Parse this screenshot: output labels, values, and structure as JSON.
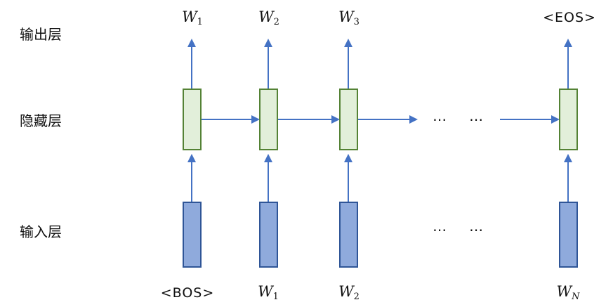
{
  "layers": {
    "output": "输出层",
    "hidden": "隐藏层",
    "input": "输入层"
  },
  "outputs": [
    {
      "base": "W",
      "sub": "1"
    },
    {
      "base": "W",
      "sub": "2"
    },
    {
      "base": "W",
      "sub": "3"
    },
    {
      "special": "<EOS>"
    }
  ],
  "inputs": [
    {
      "special": "<BOS>"
    },
    {
      "base": "W",
      "sub": "1"
    },
    {
      "base": "W",
      "sub": "2"
    },
    {
      "base": "W",
      "sub": "N"
    }
  ],
  "ellipsis": "⋯",
  "colors": {
    "arrow": "#4472C4",
    "hidden_fill": "#E2EFDA",
    "hidden_stroke": "#548235",
    "input_fill": "#8FAADC",
    "input_stroke": "#2F5597"
  }
}
